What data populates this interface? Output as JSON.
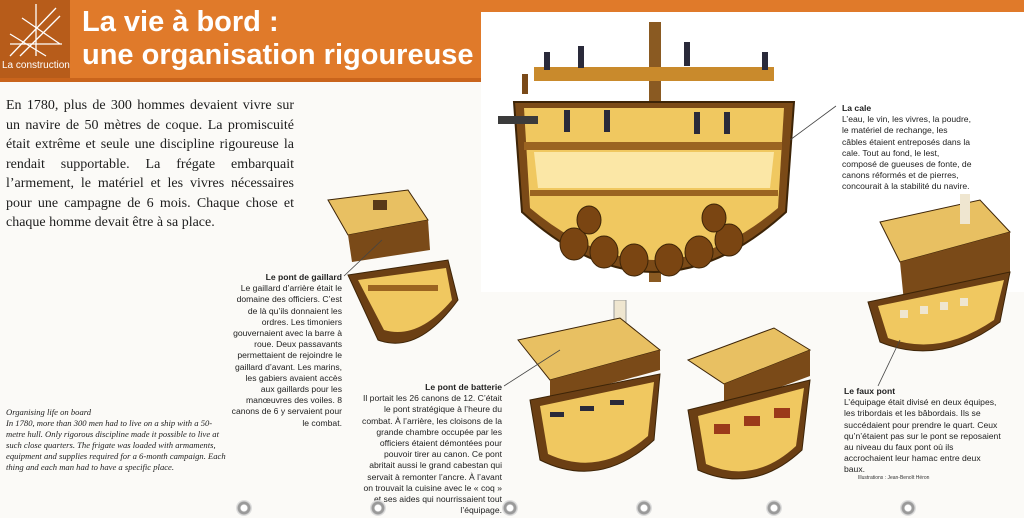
{
  "header": {
    "logo_label": "La construction",
    "title_line1": "La vie à bord :",
    "title_line2": "une organisation rigoureuse"
  },
  "intro": {
    "text": "En 1780, plus de 300 hommes devaient vivre sur un navire de 50 mètres de coque. La promiscuité était extrême et seule une discipline rigoureuse la rendait supportable. La frégate embarquait l’armement, le matériel et les vivres nécessaires pour une campagne de 6 mois. Chaque chose et chaque homme devait être à sa place."
  },
  "captions": {
    "gaillard": {
      "title": "Le pont de gaillard",
      "text": "Le gaillard d’arrière était le domaine des officiers. C’est de là qu’ils donnaient les ordres. Les timoniers gouvernaient avec la barre à roue. Deux passavants permettaient de rejoindre le gaillard d’avant. Les marins, les gabiers avaient accès aux gaillards pour les manœuvres des voiles. 8 canons de 6 y servaient pour le combat."
    },
    "cale": {
      "title": "La cale",
      "text": "L’eau, le vin, les vivres, la poudre, le matériel de rechange, les câbles étaient entreposés dans la cale. Tout au fond, le lest, composé de gueuses de fonte, de canons réformés et de pierres, concourait à la stabilité du navire."
    },
    "batterie": {
      "title": "Le pont de batterie",
      "text": "Il portait les 26 canons de 12. C’était le pont stratégique à l’heure du combat. À l’arrière, les cloisons de la grande chambre occupée par les officiers étaient démontées pour pouvoir tirer au canon. Ce pont abritait aussi le grand cabestan qui servait à remonter l’ancre. À l’avant on trouvait la cuisine avec le « coq » et ses aides qui nourrissaient tout l’équipage."
    },
    "fauxpont": {
      "title": "Le faux pont",
      "text": "L’équipage était divisé en deux équipes, les tribordais et les bâbordais. Ils se succédaient pour prendre le quart. Ceux qu’n’étaient pas sur le pont se reposaient au niveau du faux pont où ils accrochaient leur hamac entre deux baux."
    }
  },
  "english": {
    "title": "Organising life on board",
    "text": "In 1780, more than 300 men had to live on a ship with a 50-metre hull. Only rigorous discipline made it possible to live at such close quarters. The frigate was loaded with armaments, equipment and supplies required for a 6-month campaign. Each thing and each man had to have a specific place."
  },
  "credit": "Illustrations : Jean-Benoît Héron",
  "colors": {
    "banner": "#e07a2a",
    "wood_dark": "#6b3f14",
    "wood_light": "#e8b94a"
  }
}
